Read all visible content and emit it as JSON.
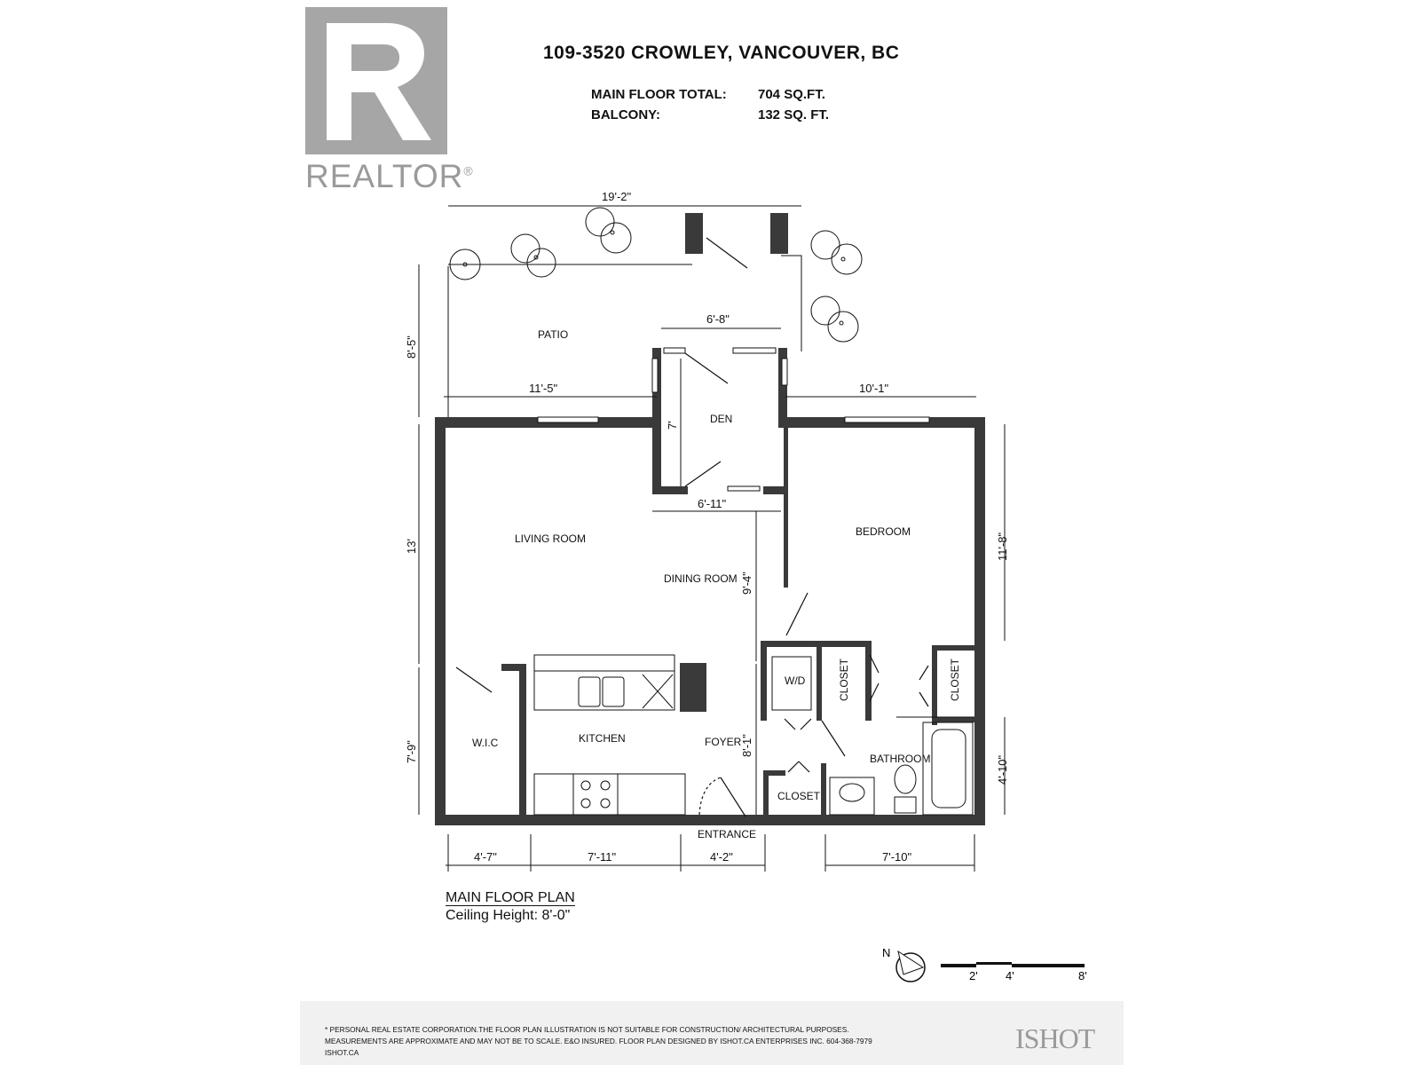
{
  "header": {
    "title": "109-3520 CROWLEY, VANCOUVER, BC",
    "areas": [
      {
        "label": "MAIN FLOOR TOTAL:",
        "value": "704 SQ.FT."
      },
      {
        "label": "BALCONY:",
        "value": "132 SQ. FT."
      }
    ]
  },
  "logo": {
    "word": "REALTOR",
    "mark": "®"
  },
  "rooms": {
    "patio": "PATIO",
    "den": "DEN",
    "living": "LIVING ROOM",
    "dining": "DINING ROOM",
    "bedroom": "BEDROOM",
    "kitchen": "KITCHEN",
    "foyer": "FOYER",
    "wic": "W.I.C",
    "bathroom": "BATHROOM",
    "closet_wd": "CLOSET",
    "closet_bed": "CLOSET",
    "closet_entry": "CLOSET",
    "wd": "W/D",
    "entrance": "ENTRANCE"
  },
  "dimensions": {
    "patio_width": "19'-2\"",
    "patio_depth": "8'-5\"",
    "den_width": "6'-8\"",
    "den_depth": "7'",
    "den_inner_width": "6'-11\"",
    "living_top": "11'-5\"",
    "bedroom_top": "10'-1\"",
    "living_height": "13'",
    "bedroom_height": "11'-8\"",
    "dining_height": "9'-4\"",
    "foyer_height": "8'-1\"",
    "wic_height": "7'-9\"",
    "bath_height": "4'-10\"",
    "bottom_wic": "4'-7\"",
    "bottom_kitchen": "7'-11\"",
    "bottom_entry": "4'-2\"",
    "bottom_bath": "7'-10\""
  },
  "plan": {
    "title": "MAIN FLOOR PLAN",
    "ceiling": "Ceiling Height: 8'-0\""
  },
  "compass": {
    "label": "N"
  },
  "scale": {
    "marks": [
      "2'",
      "4'",
      "8'"
    ]
  },
  "footer": {
    "disclaimer": "* PERSONAL REAL ESTATE CORPORATION.THE FLOOR PLAN ILLUSTRATION IS NOT SUITABLE FOR CONSTRUCTION/ ARCHITECTURAL PURPOSES. MEASUREMENTS ARE APPROXIMATE AND MAY NOT BE TO SCALE. E&O INSURED. FLOOR PLAN DESIGNED BY ISHOT.CA ENTERPRISES INC. 604-368-7979  ISHOT.CA",
    "brand": "ISHOT"
  }
}
